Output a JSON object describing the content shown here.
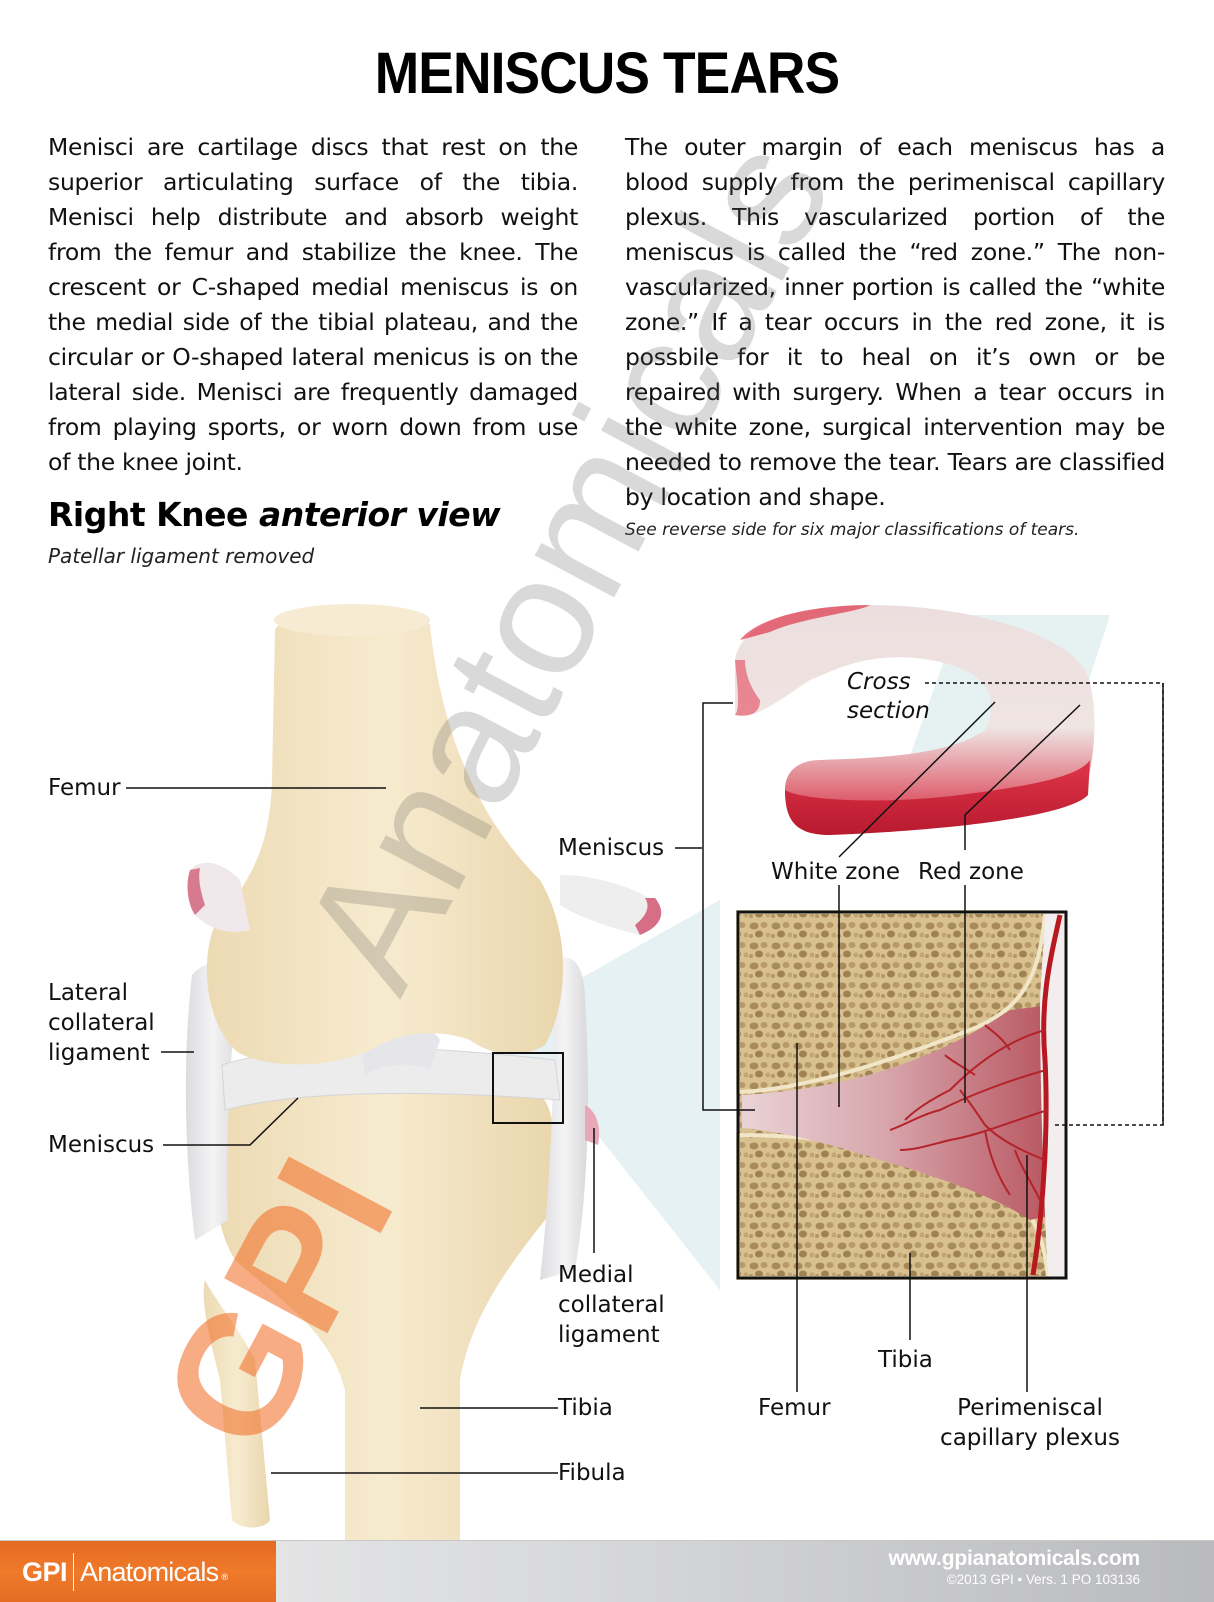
{
  "title": "MENISCUS TEARS",
  "intro": {
    "left_paragraph": "Menisci are cartilage discs that rest on the superior articulating surface of the tibia. Menisci help distribute and absorb weight from the femur and stabilize the knee. The crescent or C-shaped medial meniscus is on the medial side of the tibial plateau, and the circular or O-shaped lateral menicus is on the lateral side. Menisci are frequently damaged from playing sports, or worn down from use of the knee joint.",
    "right_paragraph": "The outer margin of each meniscus has a blood supply from the perimeniscal capillary plexus. This vascularized portion of the meniscus is called the “red zone.” The non-vascularized, inner portion is called the “white zone.” If a tear occurs in the red zone, it is possbile for it to heal on it’s own or be repaired with surgery. When a tear occurs in the white zone, surgical intervention may be needed to remove the tear. Tears are classified by location and shape.",
    "reverse_note": "See reverse side for six major classifications of tears."
  },
  "knee_figure": {
    "heading_bold": "Right Knee",
    "heading_italic": "anterior view",
    "subnote": "Patellar ligament removed",
    "labels": {
      "femur": "Femur",
      "lateral_collateral_ligament": [
        "Lateral",
        "collateral",
        "ligament"
      ],
      "meniscus_left": "Meniscus",
      "meniscus_right": "Meniscus",
      "medial_collateral_ligament": [
        "Medial",
        "collateral",
        "ligament"
      ],
      "tibia": "Tibia",
      "fibula": "Fibula"
    }
  },
  "cross_section_figure": {
    "labels": {
      "cross_section": [
        "Cross",
        "section"
      ],
      "white_zone": "White zone",
      "red_zone": "Red zone",
      "femur": "Femur",
      "tibia": "Tibia",
      "perimeniscal_plexus": [
        "Perimeniscal",
        "capillary plexus"
      ]
    }
  },
  "watermark": {
    "text_gpi": "GPI",
    "text_anatomicals": "Anatomicals",
    "gpi_color": "#f26a21"
  },
  "colors": {
    "bone": "#f3e4c4",
    "ligament": "#ecebec",
    "meniscus_red": "#d8283d",
    "brand_orange": "#ea7126"
  },
  "footer": {
    "brand_gpi": "GPI",
    "brand_name": "Anatomicals",
    "brand_reg": "®",
    "url": "www.gpianatomicals.com",
    "copyright": "©2013 GPI • Vers. 1 PO 103136"
  }
}
